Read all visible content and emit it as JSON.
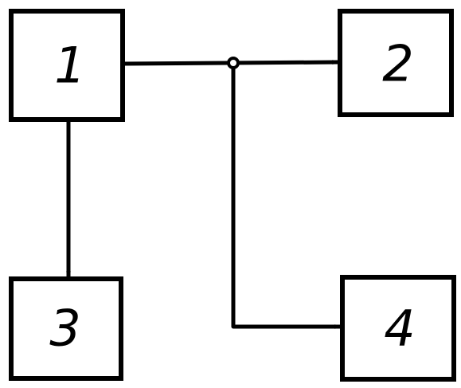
{
  "diagram": {
    "blocks": [
      {
        "id": "block-1",
        "label": "1"
      },
      {
        "id": "block-2",
        "label": "2"
      },
      {
        "id": "block-3",
        "label": "3"
      },
      {
        "id": "block-4",
        "label": "4"
      }
    ],
    "connections": [
      {
        "from": "1",
        "to": "2"
      },
      {
        "from": "1",
        "to": "3"
      },
      {
        "from": "1",
        "to": "4"
      }
    ]
  }
}
